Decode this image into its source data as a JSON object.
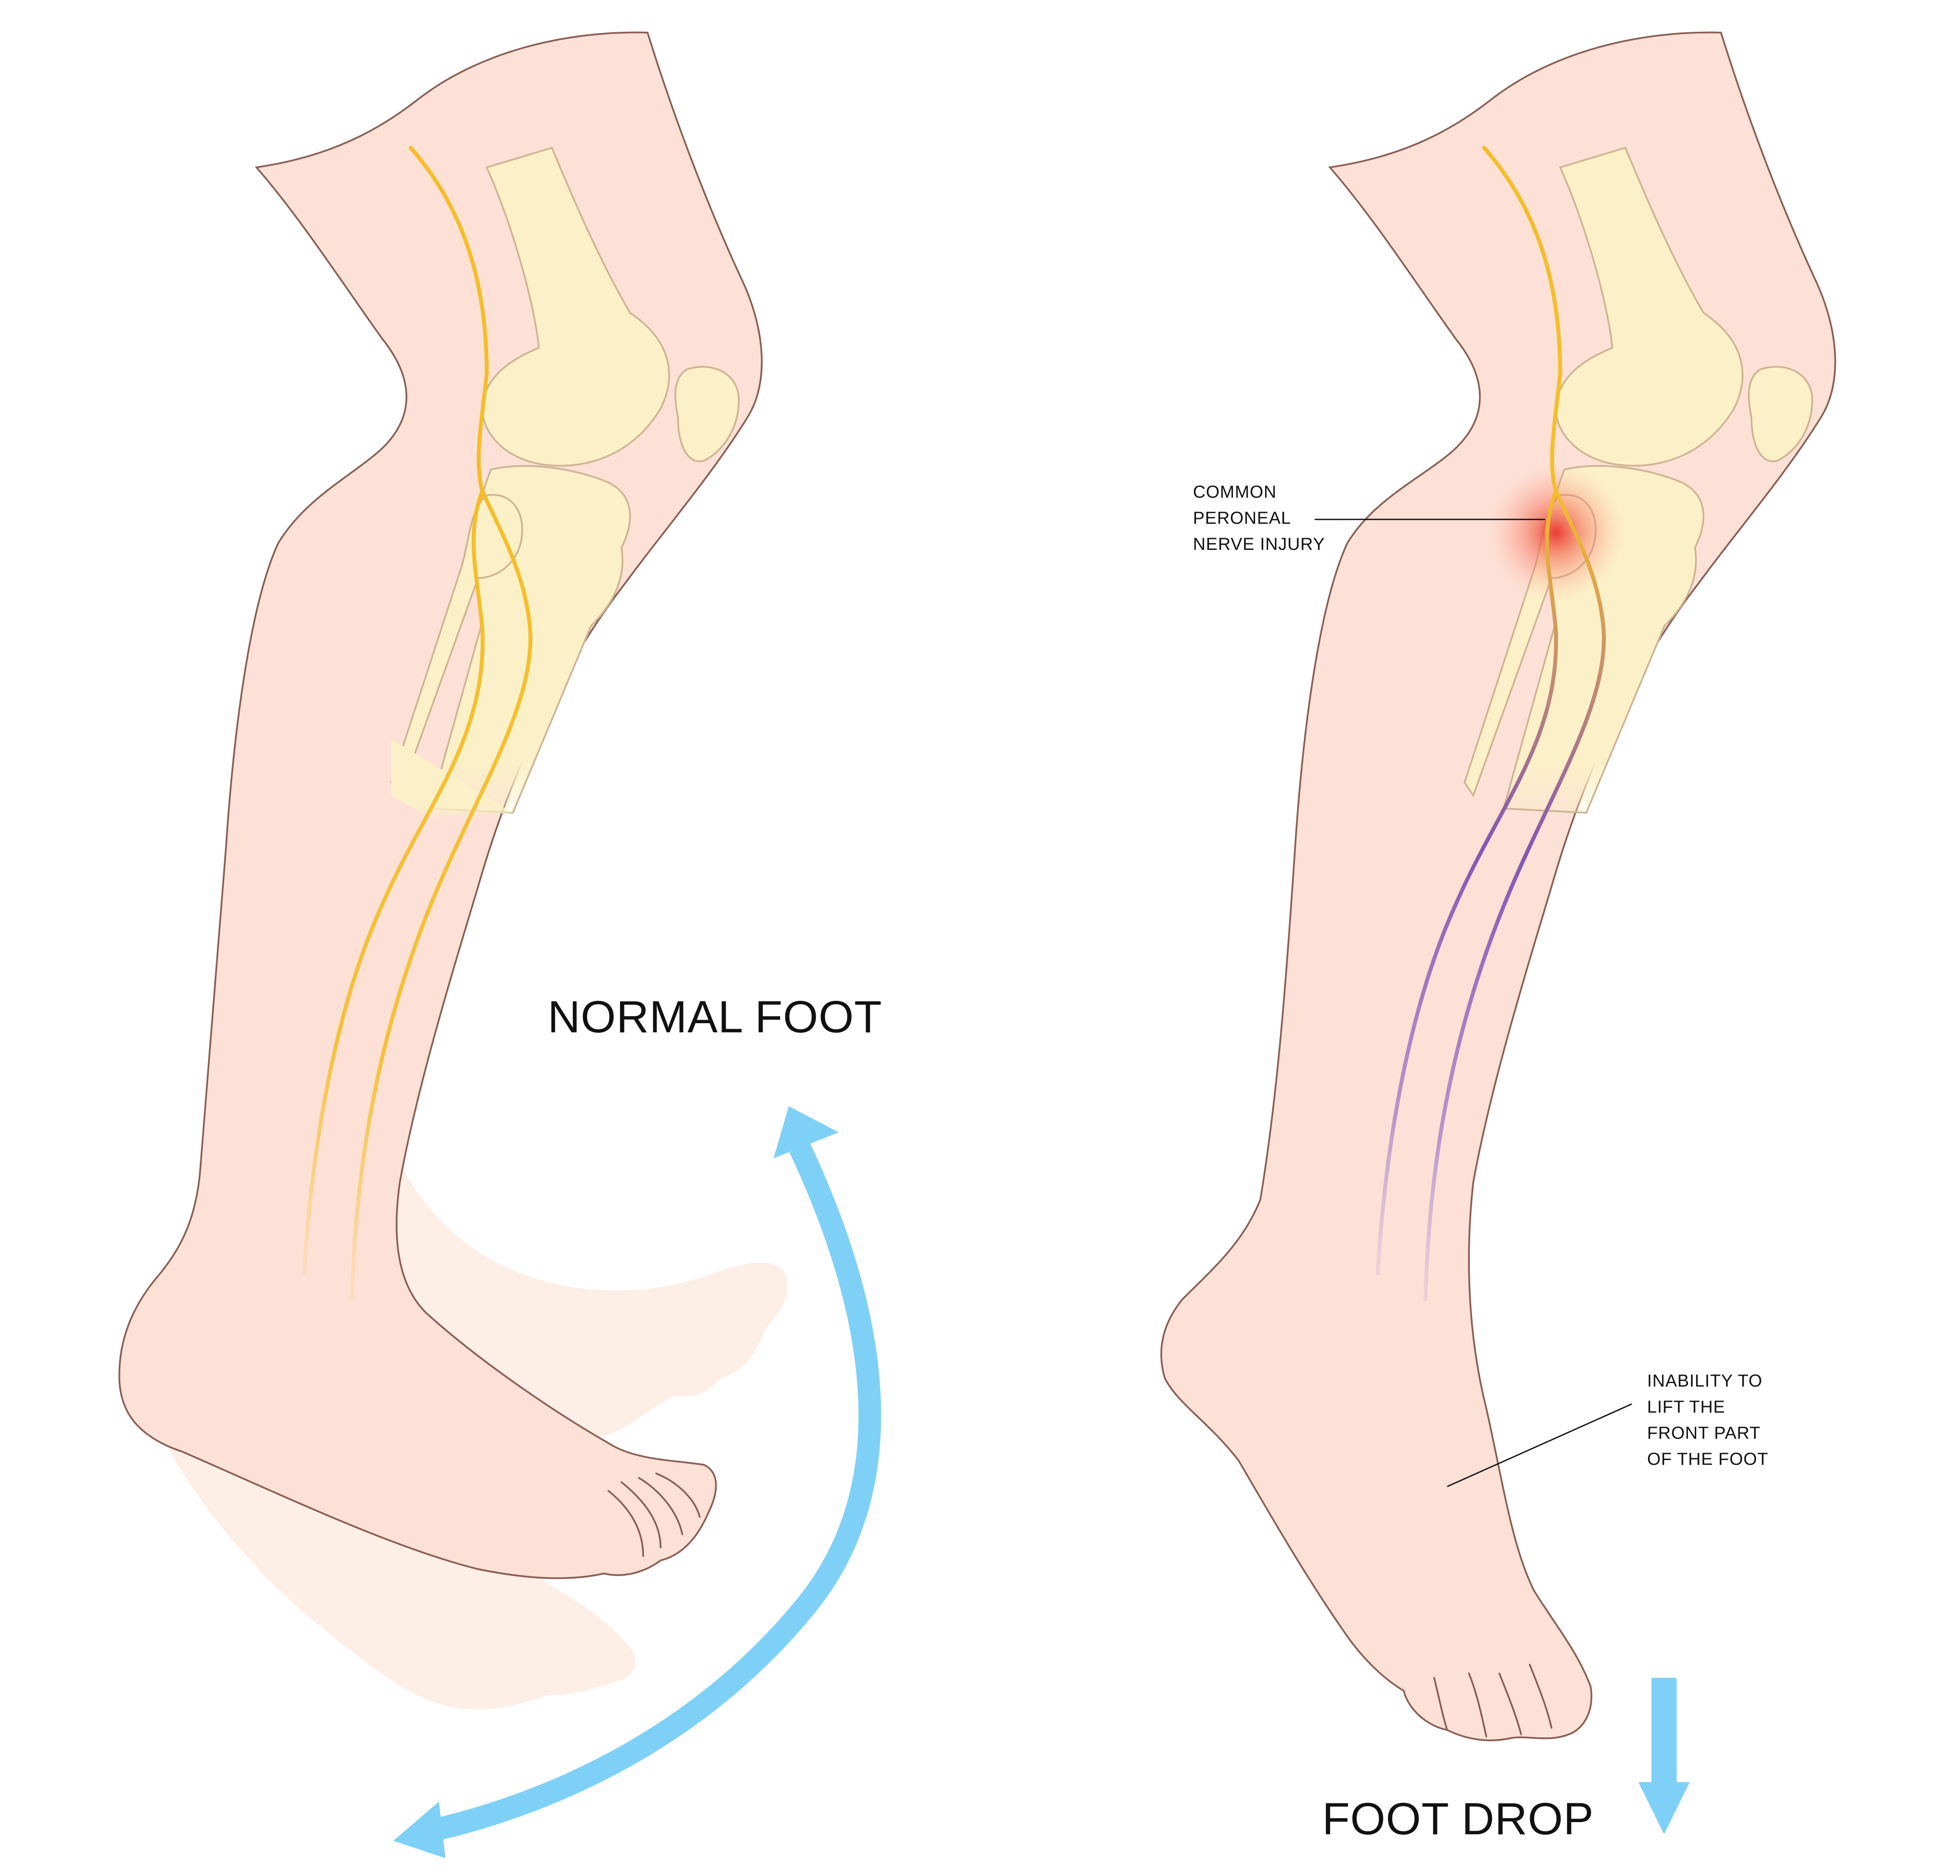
{
  "panels": {
    "normal": {
      "title": "NORMAL FOOT"
    },
    "drop": {
      "title": "FOOT DROP",
      "callouts": [
        {
          "lines": [
            "COMMON",
            "PERONEAL",
            "NERVE INJURY"
          ]
        },
        {
          "lines": [
            "INABILITY TO",
            "LIFT THE",
            "FRONT PART",
            "OF THE FOOT"
          ]
        }
      ]
    }
  },
  "colors": {
    "skin": "#fde1d6",
    "skin_ghost": "#fdeee6",
    "skin_outline": "#8a5e55",
    "bone": "#fcf0c8",
    "bone_outline": "#cdb494",
    "nerve": "#f6bd28",
    "nerve_damaged": "#8456b3",
    "injury": "#e8332a",
    "arrow": "#7fd0f7"
  },
  "icons": [
    "curved-double-arrow-icon",
    "down-arrow-icon",
    "injury-glow-icon"
  ]
}
